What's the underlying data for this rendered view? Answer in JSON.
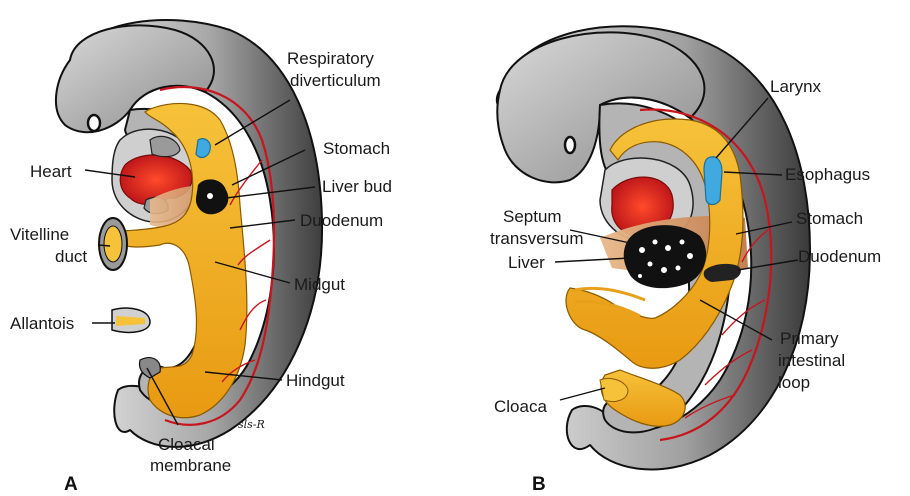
{
  "panel_a": {
    "letter": "A",
    "labels": {
      "respiratory_1": "Respiratory",
      "respiratory_2": "diverticulum",
      "stomach": "Stomach",
      "heart": "Heart",
      "liver_bud": "Liver bud",
      "vitelline_1": "Vitelline",
      "vitelline_2": "duct",
      "duodenum": "Duodenum",
      "midgut": "Midgut",
      "allantois": "Allantois",
      "hindgut": "Hindgut",
      "cloacal_1": "Cloacal",
      "cloacal_2": "membrane"
    },
    "signature": "sls-R"
  },
  "panel_b": {
    "letter": "B",
    "labels": {
      "larynx": "Larynx",
      "esophagus": "Esophagus",
      "septum_1": "Septum",
      "septum_2": "transversum",
      "stomach": "Stomach",
      "liver": "Liver",
      "duodenum": "Duodenum",
      "primary_1": "Primary",
      "primary_2": "intestinal",
      "primary_3": "loop",
      "cloaca": "Cloaca"
    }
  },
  "colors": {
    "body_dark": "#4a4a4a",
    "body_mid": "#9a9a9a",
    "body_light": "#d6d6d6",
    "gut_yellow": "#f2b72a",
    "gut_orange": "#e08a10",
    "heart_red": "#e02020",
    "vessel_red": "#c8151d",
    "septum_tan": "#d79a6a",
    "respiratory_blue": "#3fa9e0"
  }
}
